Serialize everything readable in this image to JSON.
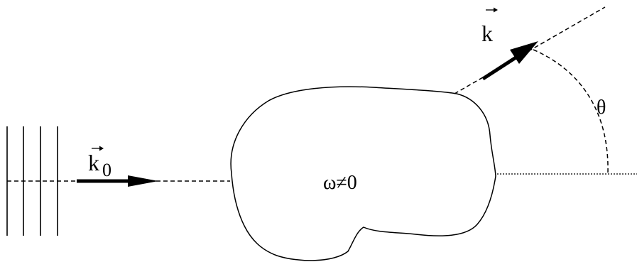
{
  "labels": {
    "incident_wavevector": "k",
    "incident_subscript": "0",
    "scattered_wavevector": "k",
    "angle": "θ",
    "region": "ω≠0"
  },
  "colors": {
    "stroke": "#000000",
    "background": "#ffffff"
  }
}
